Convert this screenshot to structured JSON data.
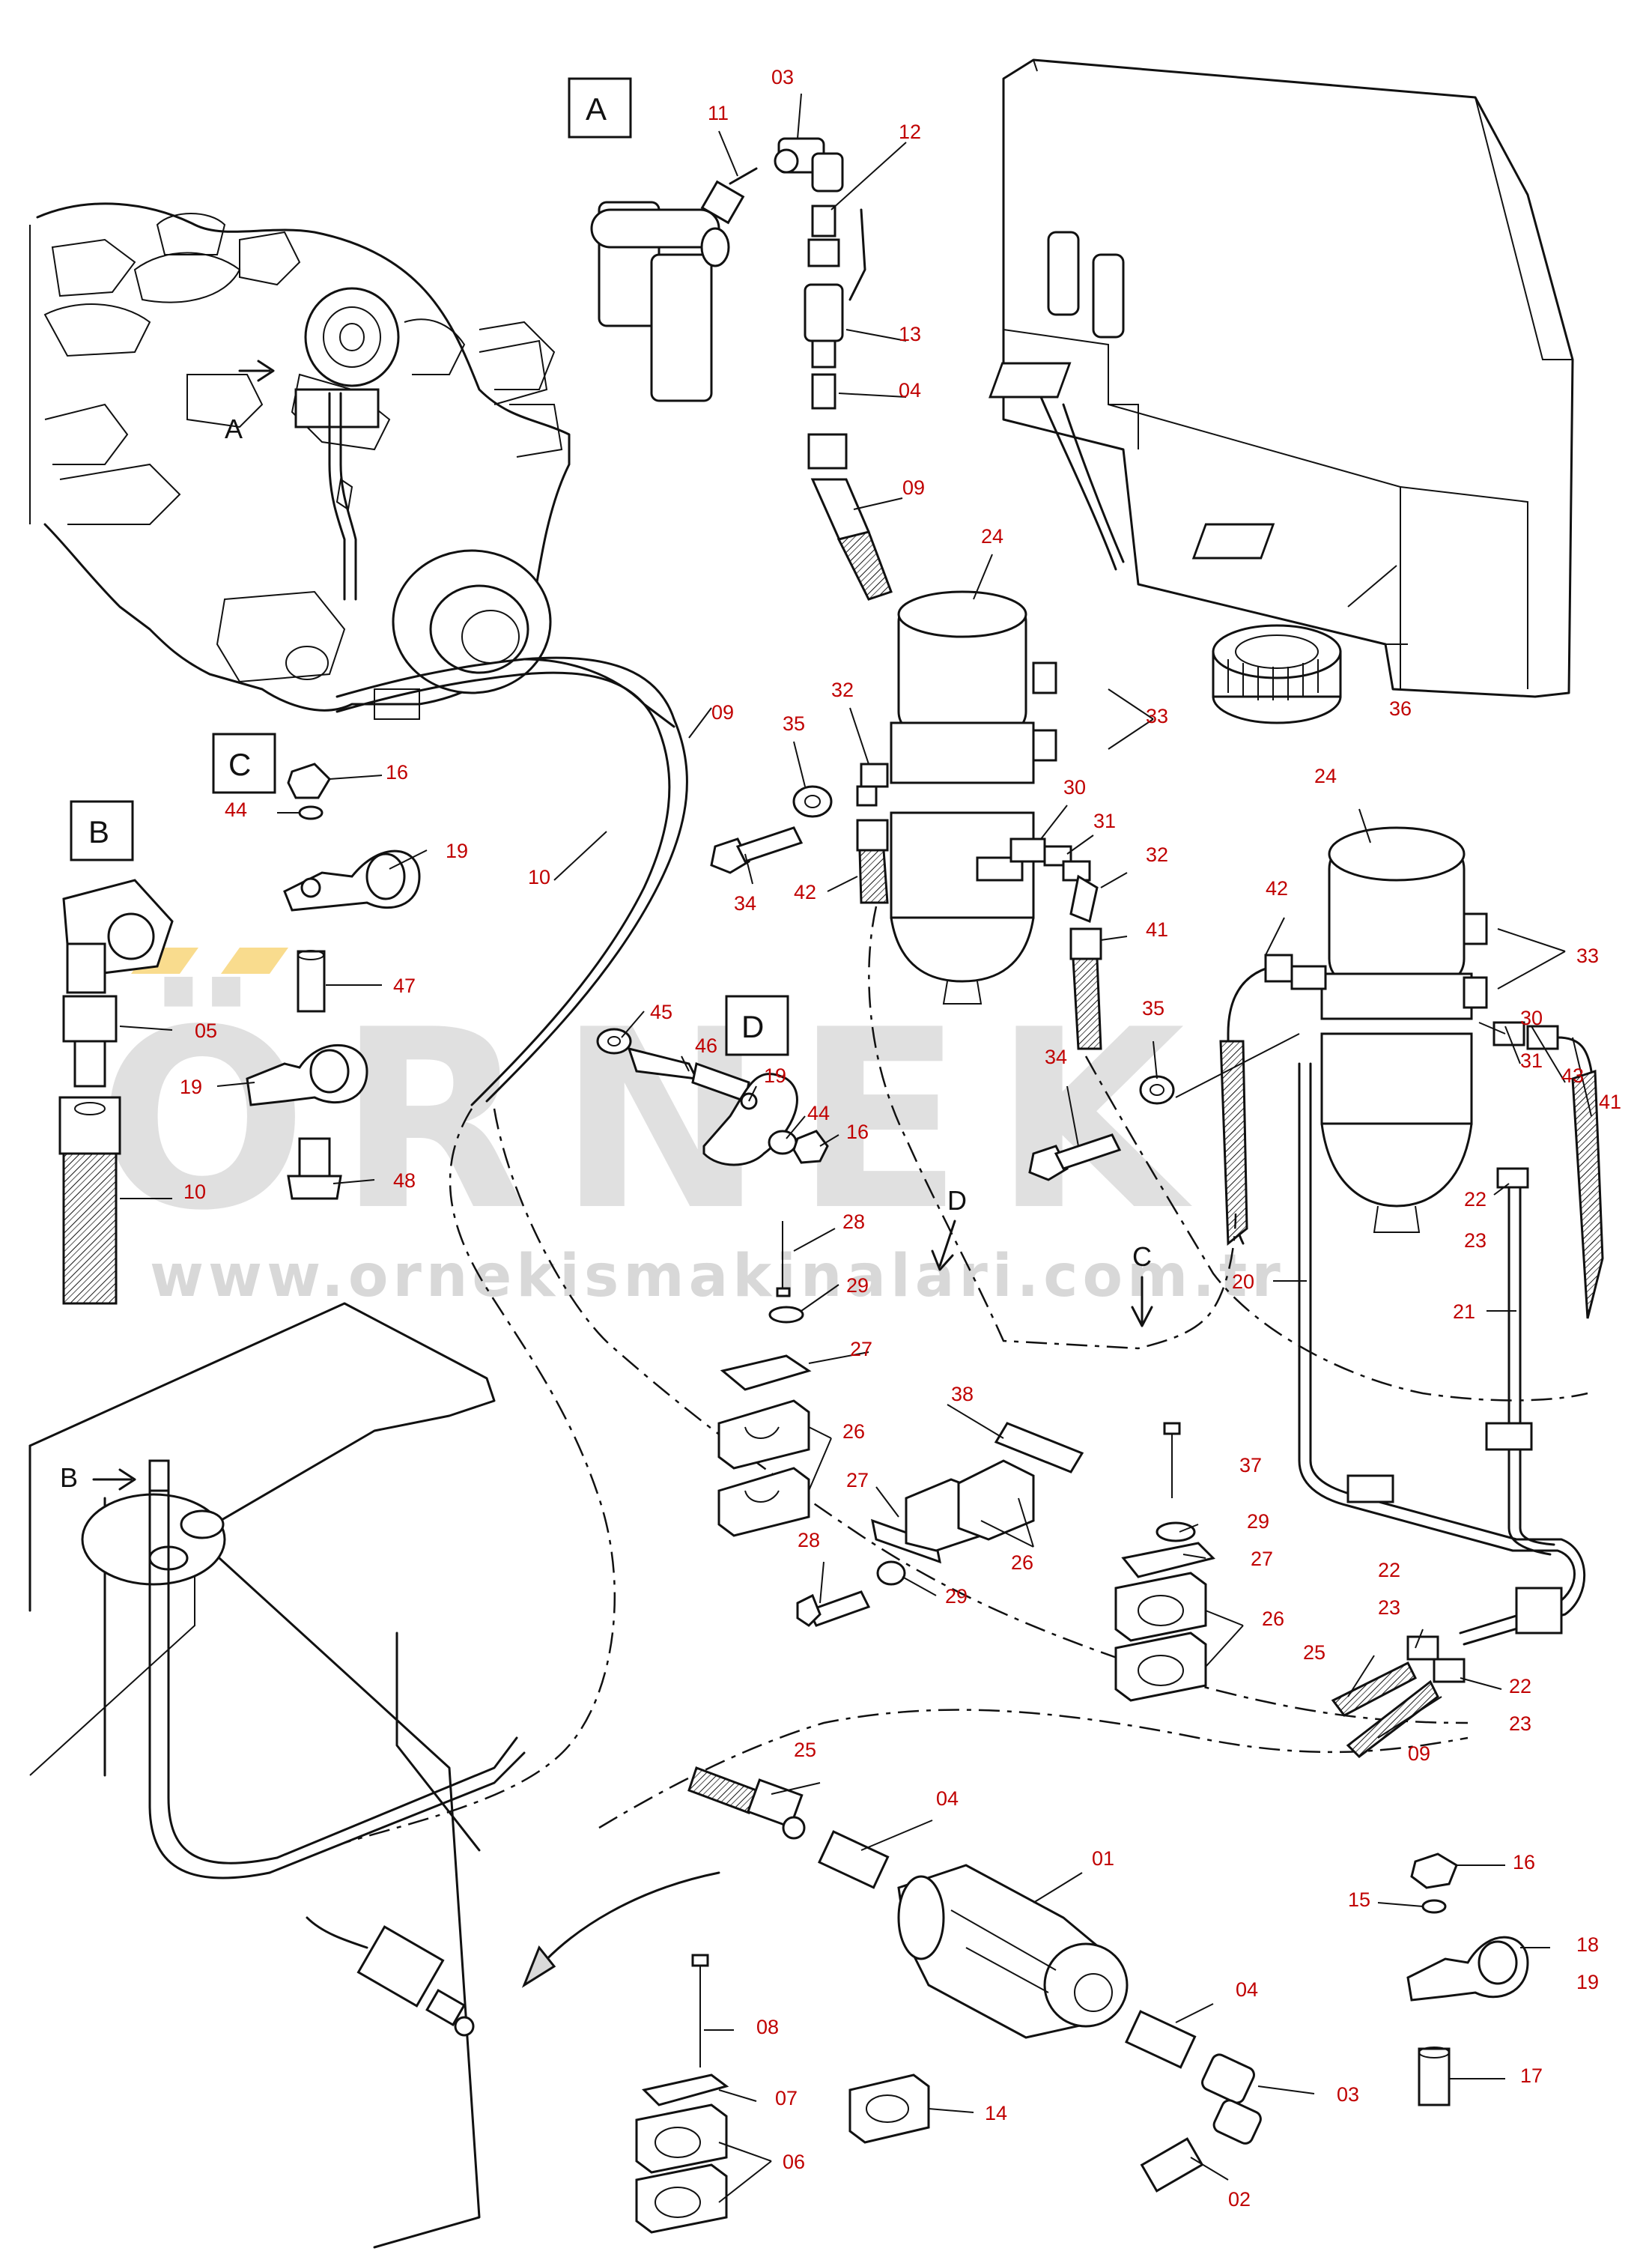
{
  "watermark": {
    "logo_text": "ÖRNEK",
    "url_text": "www.ornekismakinalari.com.tr",
    "logo_accent_color": "#f5c542",
    "text_color": "#c8c8c8"
  },
  "colors": {
    "callout_number": "#c00000",
    "line": "#111111"
  },
  "section_labels": {
    "A": "A",
    "B": "B",
    "C": "C",
    "D": "D"
  },
  "view_markers": {
    "engine_A": "A",
    "tank_B": "B",
    "arrow_C": "C",
    "arrow_D": "D"
  },
  "callouts": {
    "01": "01",
    "02": "02",
    "03": "03",
    "03b": "03",
    "04": "04",
    "04b": "04",
    "04c": "04",
    "05": "05",
    "06": "06",
    "07": "07",
    "08": "08",
    "09": "09",
    "09b": "09",
    "09c": "09",
    "10": "10",
    "10b": "10",
    "11": "11",
    "12": "12",
    "13": "13",
    "14": "14",
    "15": "15",
    "16": "16",
    "16b": "16",
    "16c": "16",
    "17": "17",
    "18": "18",
    "19": "19",
    "19b": "19",
    "19c": "19",
    "19d": "19",
    "20": "20",
    "21": "21",
    "22": "22",
    "22b": "22",
    "22c": "22",
    "23": "23",
    "23b": "23",
    "23c": "23",
    "24": "24",
    "24b": "24",
    "25": "25",
    "25b": "25",
    "26": "26",
    "26b": "26",
    "26c": "26",
    "27": "27",
    "27b": "27",
    "27c": "27",
    "28": "28",
    "28b": "28",
    "29": "29",
    "29b": "29",
    "29c": "29",
    "30": "30",
    "30b": "30",
    "31": "31",
    "31b": "31",
    "32": "32",
    "32b": "32",
    "33": "33",
    "33b": "33",
    "34": "34",
    "34b": "34",
    "35": "35",
    "35b": "35",
    "36": "36",
    "37": "37",
    "38": "38",
    "41": "41",
    "41b": "41",
    "42": "42",
    "42b": "42",
    "43": "43",
    "44": "44",
    "44b": "44",
    "45": "45",
    "46": "46",
    "47": "47",
    "48": "48"
  }
}
